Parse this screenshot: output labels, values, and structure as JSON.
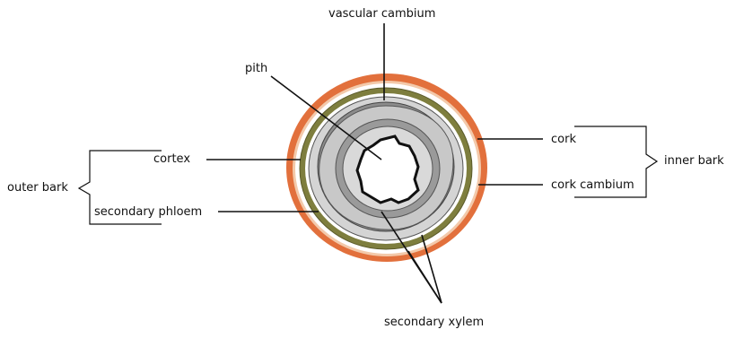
{
  "labels": {
    "vascular_cambium": "vascular cambium",
    "pith": "pith",
    "cortex": "cortex",
    "outer_bark": "outer bark",
    "secondary_phloem": "secondary phloem",
    "cork": "cork",
    "inner_bark": "inner bark",
    "cork_cambium": "cork cambium",
    "secondary_xylem": "secondary xylem"
  },
  "colors": {
    "cork": "#e2703c",
    "cork_cambium": "#f1c7a8",
    "cortex": "#7a7a3a",
    "phloem": "#cfcfcf",
    "vascular_cambium": "#8a8a8a",
    "xylem_light": "#c9c9c9",
    "xylem_dark": "#9a9a9a",
    "pith": "#ffffff",
    "lines": "#111111"
  }
}
